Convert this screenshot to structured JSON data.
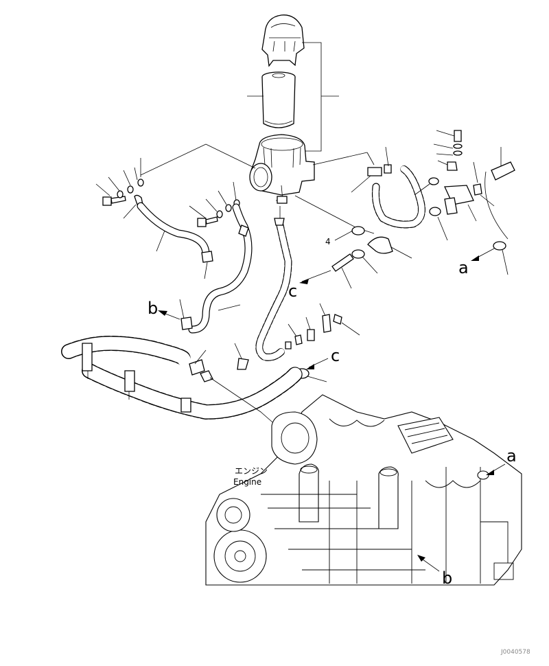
{
  "callouts": {
    "a_top": "a",
    "a_bottom": "a",
    "b_left": "b",
    "b_bottom": "b",
    "c_mid": "c",
    "c_right": "c",
    "num_4": "4"
  },
  "engine_label": {
    "jp": "エンジン",
    "en": "Engine"
  },
  "figure_code": "J0040578"
}
